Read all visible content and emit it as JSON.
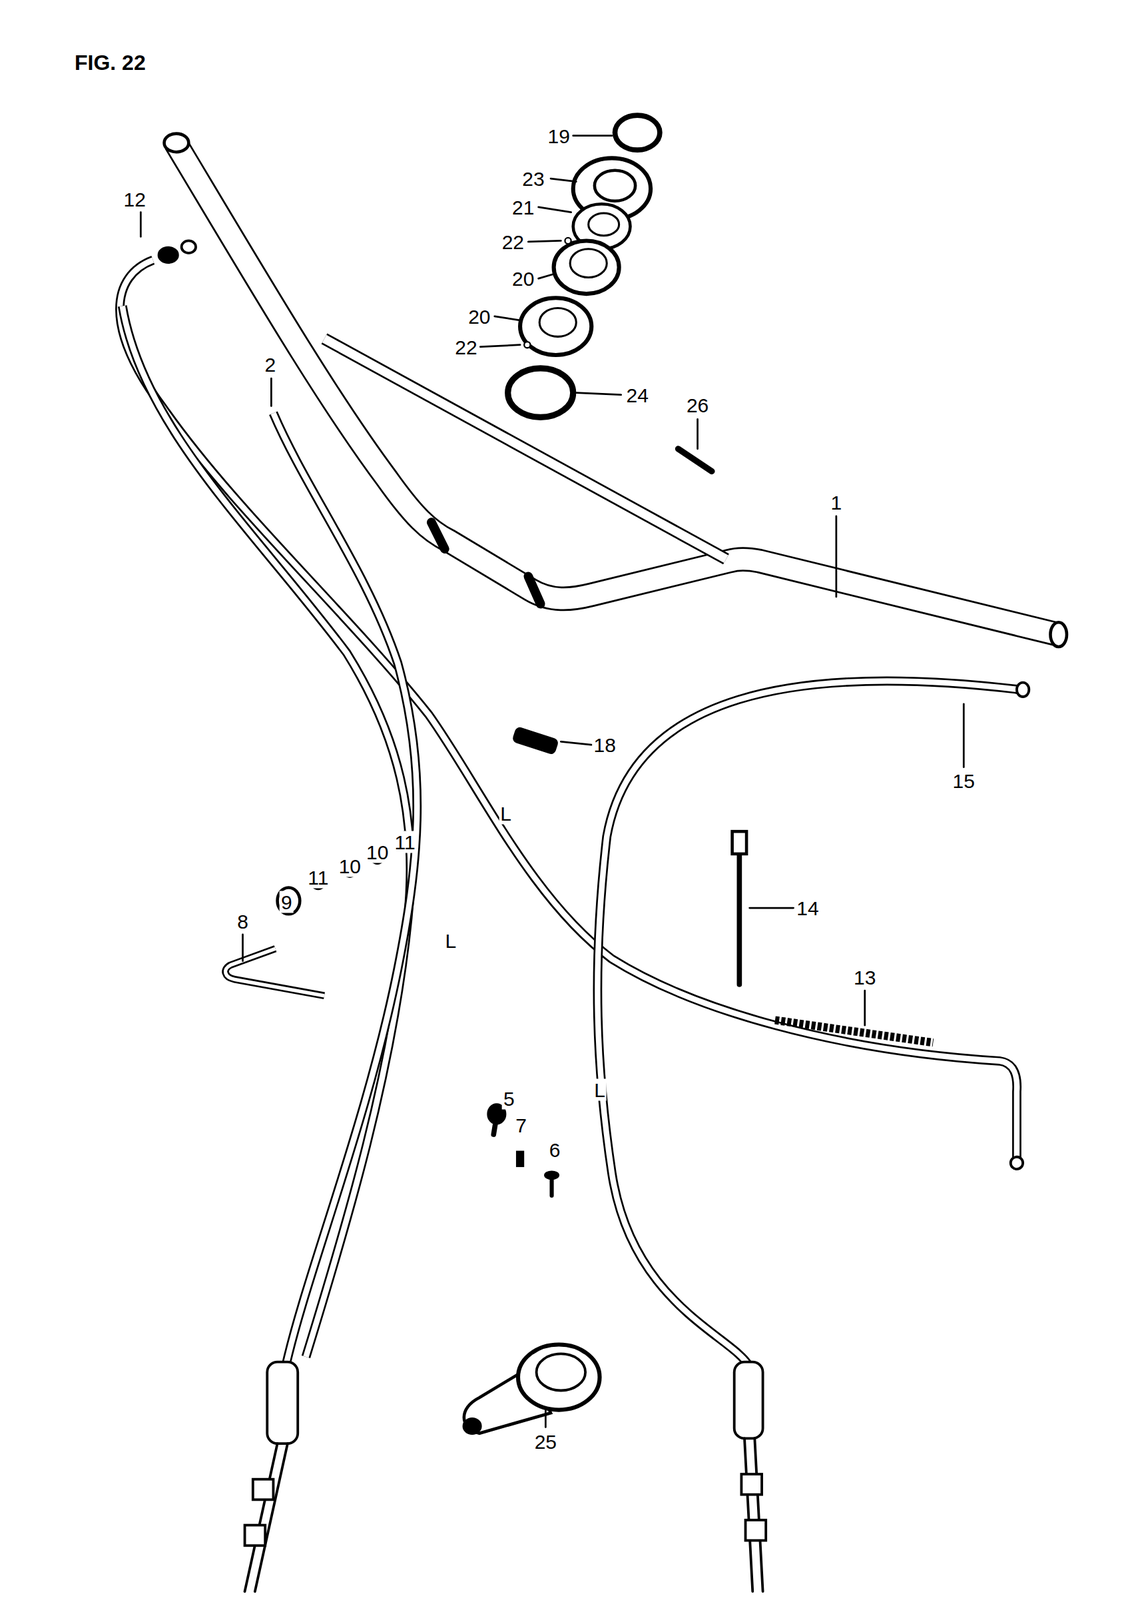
{
  "diagram": {
    "title": "FIG. 22",
    "labels": [
      "19",
      "23",
      "21",
      "22",
      "20",
      "20",
      "22",
      "24",
      "26",
      "12",
      "2",
      "1",
      "18",
      "15",
      "14",
      "13",
      "8",
      "9",
      "11",
      "10",
      "10",
      "11",
      "5",
      "7",
      "6",
      "25",
      "L",
      "L",
      "L"
    ]
  }
}
